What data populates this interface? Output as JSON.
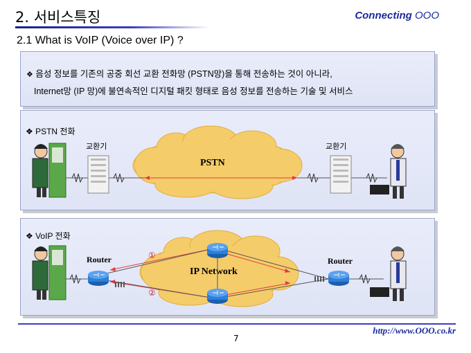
{
  "header": {
    "title": "2. 서비스특징",
    "brand_text": "Connecting ",
    "brand_suffix": "OOO",
    "subtitle": "2.1  What is VoIP (Voice over IP) ?"
  },
  "summary": {
    "bullet": "❖",
    "line1": "음성 정보를 기존의 공중 회선 교환 전화망 (PSTN망)을 통해 전송하는 것이 아니라,",
    "line2": "Internet망 (IP 망)에 불연속적인 디지털 패킷 형태로 음성 정보를 전송하는 기술 및 서비스"
  },
  "pstn": {
    "heading": "❖ PSTN 전화",
    "switch_left": "교환기",
    "switch_right": "교환기",
    "cloud_label": "PSTN"
  },
  "voip": {
    "heading": "❖ VoIP 전화",
    "router_left": "Router",
    "router_right": "Router",
    "cloud_label": "IP Network",
    "path1": "①",
    "path2": "②"
  },
  "footer": {
    "url": "http://www.OOO.co.kr",
    "page_number": "7"
  },
  "colors": {
    "accent": "#1c2b9a",
    "cloud": "#f5cc6a",
    "router": "#2d7fd8",
    "arrow": "#e23c3c",
    "panel": "#e5e9f8"
  }
}
